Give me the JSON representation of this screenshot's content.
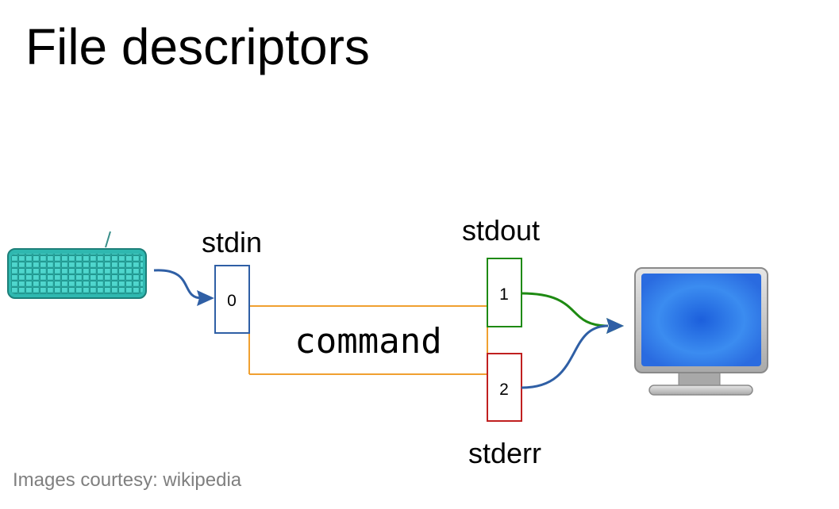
{
  "title": "File descriptors",
  "command_label": "command",
  "streams": {
    "stdin": {
      "label": "stdin",
      "fd": "0"
    },
    "stdout": {
      "label": "stdout",
      "fd": "1"
    },
    "stderr": {
      "label": "stderr",
      "fd": "2"
    }
  },
  "caption": "Images courtesy: wikipedia",
  "colors": {
    "stdin": "#2f5fa5",
    "stdout": "#1e8a12",
    "stderr": "#c02020",
    "process_line": "#f0a030",
    "keyboard": "#36c0b8",
    "screen": "#2f7be8"
  },
  "icons": {
    "input_device": "keyboard-icon",
    "output_device": "monitor-icon"
  }
}
